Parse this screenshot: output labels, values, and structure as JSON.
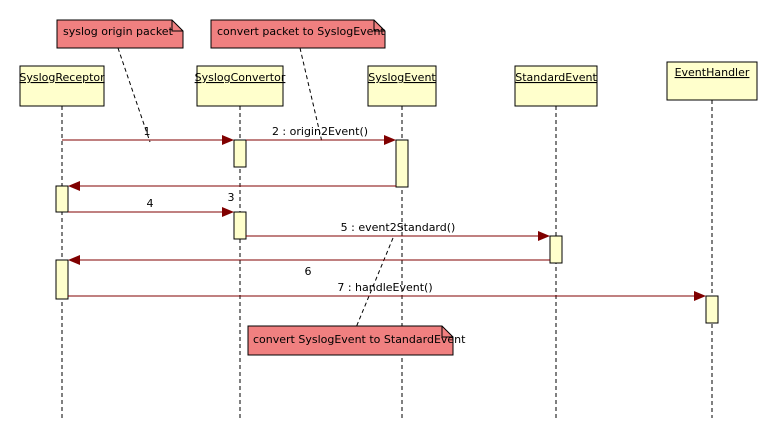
{
  "colors": {
    "note_fill": "#f08080",
    "object_fill": "#ffffcc",
    "activation_fill": "#ffffcc",
    "message_line": "#800000",
    "lifeline": "#000000"
  },
  "notes": [
    {
      "text": "syslog origin packet"
    },
    {
      "text": "convert packet to SyslogEvent"
    },
    {
      "text": "convert SyslogEvent to StandardEvent"
    }
  ],
  "objects": [
    {
      "name": "SyslogReceptor"
    },
    {
      "name": "SyslogConvertor"
    },
    {
      "name": "SyslogEvent"
    },
    {
      "name": "StandardEvent"
    },
    {
      "name": "EventHandler"
    }
  ],
  "messages": [
    {
      "label": "1"
    },
    {
      "label": "2 : origin2Event()"
    },
    {
      "label": "3"
    },
    {
      "label": "4"
    },
    {
      "label": "5 : event2Standard()"
    },
    {
      "label": "6"
    },
    {
      "label": "7 : handleEvent()"
    }
  ]
}
